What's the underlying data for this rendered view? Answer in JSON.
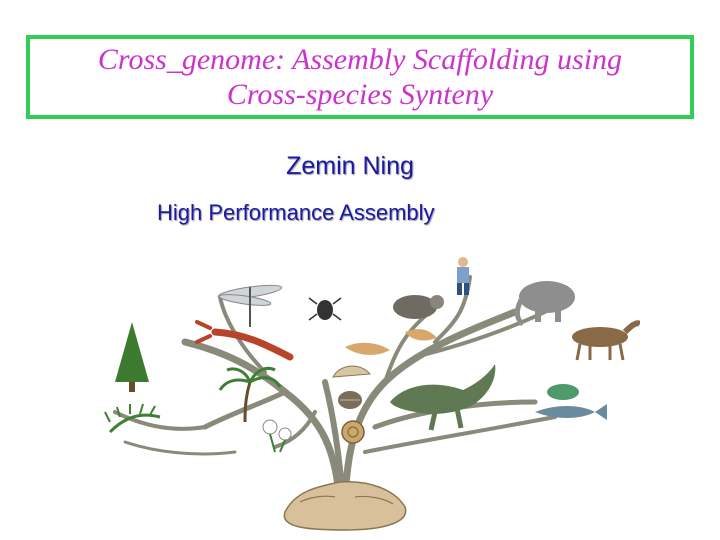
{
  "slide": {
    "title_line1": "Cross_genome: Assembly Scaffolding using",
    "title_line2": "Cross-species Synteny",
    "author": "Zemin Ning",
    "affiliation": "High Performance Assembly"
  },
  "colors": {
    "title_text": "#cc33cc",
    "title_border": "#33cc55",
    "author_text": "#1a1aa8"
  },
  "illustration": {
    "name": "tree-of-life-illustration",
    "icons": [
      "dragonfly-icon",
      "human-icon",
      "beetle-icon",
      "raccoon-icon",
      "elephant-icon",
      "lobster-icon",
      "horse-icon",
      "bird-icon",
      "conifer-icon",
      "shell-icon",
      "dinosaur-icon",
      "palm-tree-icon",
      "trilobite-icon",
      "fern-icon",
      "flower-icon",
      "frog-icon",
      "fish-icon",
      "ammonite-icon",
      "roots-icon"
    ]
  }
}
